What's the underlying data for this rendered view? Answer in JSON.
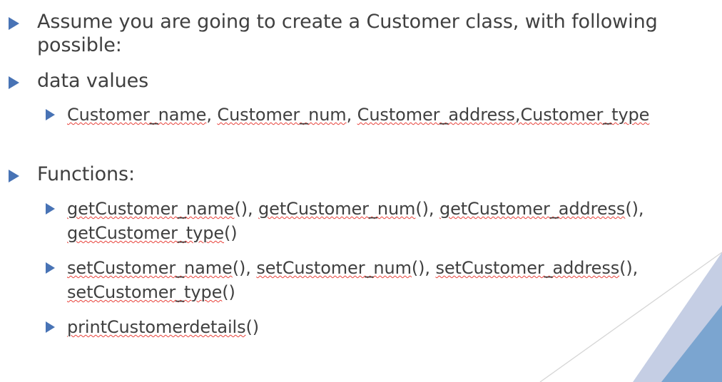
{
  "slide": {
    "background_color": "#ffffff",
    "text_color": "#404040",
    "bullet_color": "#4873b5",
    "spellcheck_underline_color": "#e8413a",
    "decoration": {
      "line_color": "#d6d6d6",
      "wedge_light_color": "#c5cee4",
      "wedge_dark_color": "#7ba5d0"
    }
  },
  "bullets": {
    "assume": {
      "level": 1,
      "text": "Assume you are going to create a Customer class, with following possible:"
    },
    "data_values": {
      "level": 1,
      "text": "data values"
    },
    "data_values_detail": {
      "level": 2,
      "part1": "Customer_name",
      "sep1": ", ",
      "part2": "Customer_num",
      "sep2": ", ",
      "part3": "Customer_address,Customer_type"
    },
    "functions": {
      "level": 1,
      "text": "Functions:"
    },
    "getters": {
      "level": 2,
      "items": [
        "getCustomer_name",
        "getCustomer_num",
        "getCustomer_address",
        "getCustomer_type"
      ],
      "parens": "()",
      "separator": ", "
    },
    "setters": {
      "level": 2,
      "items": [
        "setCustomer_name",
        "setCustomer_num",
        "setCustomer_address",
        "setCustomer_type"
      ],
      "parens": "()",
      "separator": ", "
    },
    "print": {
      "level": 2,
      "name": "printCustomerdetails",
      "parens": "()"
    }
  }
}
